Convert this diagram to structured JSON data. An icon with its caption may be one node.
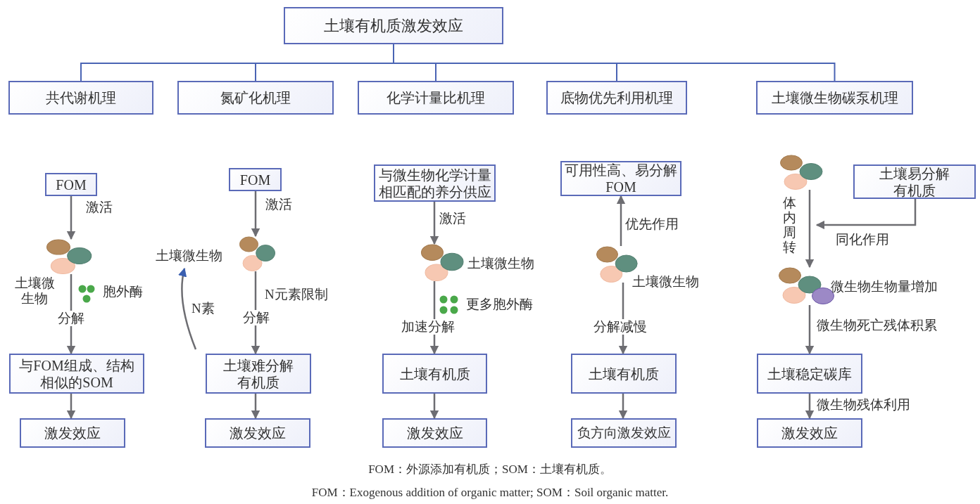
{
  "diagram": {
    "caption": "FOM：外源添加有机质；SOM：土壤有机质。",
    "nodes": [
      {
        "text": [
          "土壤有机质激发效应"
        ]
      },
      {
        "text": [
          "共代谢机理"
        ]
      },
      {
        "text": [
          "氮矿化机理"
        ]
      },
      {
        "text": [
          "化学计量比机理"
        ]
      },
      {
        "text": [
          "底物优先利用机理"
        ]
      },
      {
        "text": [
          "土壤微生物碳泵机理"
        ]
      },
      {
        "text": [
          "FOM"
        ]
      },
      {
        "text": [],
        "shape": "picture",
        "beside": [
          "土壤微生物"
        ]
      },
      {
        "text": [
          "与FOM组成、结构相似的SOM"
        ]
      },
      {
        "text": [
          "激发效应"
        ]
      },
      {
        "text": [
          "FOM"
        ]
      },
      {
        "text": [],
        "shape": "picture"
      },
      {
        "text": [
          "土壤难分解有机质"
        ]
      },
      {
        "text": [
          "激发效应"
        ]
      },
      {
        "text": [
          "土壤微生物"
        ]
      },
      {
        "text": [
          "与微生物化学计量相匹配的养分供应"
        ]
      },
      {
        "text": [],
        "shape": "picture",
        "beside": [
          "土壤微生物"
        ]
      },
      {
        "text": [
          "土壤有机质"
        ]
      },
      {
        "text": [
          "激发效应"
        ]
      },
      {
        "text": [
          "可用性高、易分解FOM"
        ]
      },
      {
        "text": [],
        "shape": "picture",
        "beside": [
          "土壤微生物"
        ]
      },
      {
        "text": [
          "土壤有机质"
        ]
      },
      {
        "text": [
          "负方向激发效应"
        ]
      },
      {
        "text": [],
        "shape": "picture"
      },
      {
        "text": [
          "土壤易分解有机质"
        ]
      },
      {
        "text": [],
        "shape": "picture",
        "beside": [
          "微生物生物量增加"
        ]
      },
      {
        "text": [
          "土壤稳定碳库"
        ]
      },
      {
        "text": [
          "激发效应"
        ]
      }
    ],
    "edges": [
      {
        "from": 0,
        "to": 1,
        "arrow": "none",
        "color": "#4a64b4"
      },
      {
        "from": 0,
        "to": 2,
        "arrow": "none",
        "color": "#4a64b4"
      },
      {
        "from": 0,
        "to": 3,
        "arrow": "none",
        "color": "#4a64b4"
      },
      {
        "from": 0,
        "to": 4,
        "arrow": "none",
        "color": "#4a64b4"
      },
      {
        "from": 0,
        "to": 5,
        "arrow": "none",
        "color": "#4a64b4"
      },
      {
        "from": 6,
        "to": 7,
        "arrow": "to",
        "label": "激活"
      },
      {
        "from": 7,
        "to": 8,
        "arrow": "to",
        "label": "分解"
      },
      {
        "from": 8,
        "to": 9,
        "arrow": "to"
      },
      {
        "from": 10,
        "to": 11,
        "arrow": "to",
        "label": "激活"
      },
      {
        "from": 11,
        "to": 12,
        "arrow": "to",
        "label": "分解"
      },
      {
        "from": 12,
        "to": 13,
        "arrow": "to"
      },
      {
        "from": 12,
        "to": 14,
        "arrow": "to",
        "label": "N素"
      },
      {
        "from": 15,
        "to": 16,
        "arrow": "to",
        "label": "激活"
      },
      {
        "from": 16,
        "to": 17,
        "arrow": "to",
        "label": "加速分解"
      },
      {
        "from": 17,
        "to": 18,
        "arrow": "to"
      },
      {
        "from": 20,
        "to": 19,
        "arrow": "to",
        "label": "优先作用"
      },
      {
        "from": 20,
        "to": 21,
        "arrow": "to",
        "label": "分解减慢"
      },
      {
        "from": 21,
        "to": 22,
        "arrow": "to"
      },
      {
        "from": 23,
        "to": 25,
        "arrow": "to",
        "label": "体内周转"
      },
      {
        "from": 24,
        "to": null,
        "arrow": "to",
        "label": "同化作用"
      },
      {
        "from": 25,
        "to": 26,
        "arrow": "to",
        "label": "微生物死亡残体积累"
      },
      {
        "from": 26,
        "to": 27,
        "arrow": "to",
        "label": "微生物残体利用"
      }
    ],
    "labels": [
      "胞外酶",
      "N元素限制",
      "更多胞外酶",
      "FOM：Exogenous addition of organic matter; SOM：Soil organic matter."
    ]
  }
}
